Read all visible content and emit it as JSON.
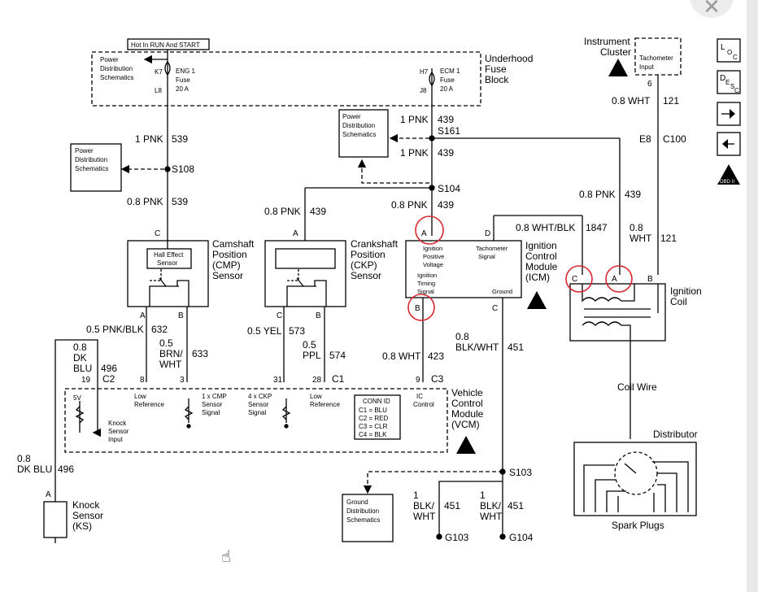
{
  "labels": {
    "hot_in_run": "Hot In RUN And START",
    "pds_top": [
      "Power",
      "Distribution",
      "Schematics"
    ],
    "k7": "K7",
    "l8": "L8",
    "h7": "H7",
    "j8": "J8",
    "eng1_fuse": [
      "ENG 1",
      "Fuse",
      "20 A"
    ],
    "ecm1_fuse": [
      "ECM 1",
      "Fuse",
      "20 A"
    ],
    "underhood": [
      "Underhood",
      "Fuse",
      "Block"
    ],
    "pds_mid": [
      "Power",
      "Distribution",
      "Schematics"
    ],
    "pds_left": [
      "Power",
      "Distribution",
      "Schematics"
    ],
    "instrument_cluster": [
      "Instrument",
      "Cluster"
    ],
    "tach_input": [
      "Tachometer",
      "Input"
    ],
    "pin_6": "6",
    "w_08wht": "0.8 WHT",
    "c_121a": "121",
    "e8": "E8",
    "c100": "C100",
    "w_1pnk_439a": "1 PNK",
    "c_439a": "439",
    "s161": "S161",
    "w_1pnk_439b": "1 PNK",
    "c_439b": "439",
    "w_1pnk_539": "1 PNK",
    "c_539a": "539",
    "s108": "S108",
    "w_08pnk_539": "0.8 PNK",
    "c_539b": "539",
    "s104": "S104",
    "w_08pnk_439a": "0.8 PNK",
    "c_439c": "439",
    "w_08pnk_439b": "0.8 PNK",
    "c_439d": "439",
    "w_08pnk_439c": "0.8 PNK",
    "c_439e": "439",
    "w_08whtblk": "0.8 WHT/BLK",
    "c_1847": "1847",
    "w_08wht_121": [
      "0.8",
      "WHT"
    ],
    "c_121b": "121",
    "pin_c": "C",
    "pin_a": "A",
    "pin_d": "D",
    "pin_b": "B",
    "cmp_sensor": [
      "Camshaft",
      "Position",
      "(CMP)",
      "Sensor"
    ],
    "hall_effect": [
      "Hall Effect",
      "Sensor"
    ],
    "ckp_sensor": [
      "Crankshaft",
      "Position",
      "(CKP)",
      "Sensor"
    ],
    "icm_inner_left": [
      "Ignition",
      "Positive",
      "Voltage",
      "Ignition",
      "Timing",
      "Signal"
    ],
    "icm_tach": [
      "Tachometer",
      "Signal"
    ],
    "icm_ground": "Ground",
    "icm_title": [
      "Ignition",
      "Control",
      "Module",
      "(ICM)"
    ],
    "ignition_coil": [
      "Ignition",
      "Coil"
    ],
    "w_05pnkblk": "0.5 PNK/BLK",
    "c_632": "632",
    "w_05brnwht": [
      "0.5",
      "BRN/",
      "WHT"
    ],
    "c_633": "633",
    "w_05yel": "0.5 YEL",
    "c_573": "573",
    "w_05ppl": [
      "0.5",
      "PPL"
    ],
    "c_574": "574",
    "w_08wht_423": "0.8 WHT",
    "c_423": "423",
    "w_08blkwht": [
      "0.8",
      "BLK/WHT"
    ],
    "c_451a": "451",
    "w_08dkblu_a": [
      "0.8",
      "DK",
      "BLU"
    ],
    "c_496a": "496",
    "pin_19": "19",
    "c2": "C2",
    "pin_8": "8",
    "pin_3": "3",
    "pin_31": "31",
    "pin_28": "28",
    "c1": "C1",
    "pin_9": "9",
    "c3": "C3",
    "v5": "5V",
    "knock_input": [
      "Knock",
      "Sensor",
      "Input"
    ],
    "low_ref_a": [
      "Low",
      "Reference"
    ],
    "cmp_signal": [
      "1 x CMP",
      "Sensor",
      "Signal"
    ],
    "ckp_signal": [
      "4 x CKP",
      "Sensor",
      "Signal"
    ],
    "low_ref_b": [
      "Low",
      "Reference"
    ],
    "conn_id": [
      "CONN ID",
      "C1 = BLU",
      "C2 = RED",
      "C3 = CLR",
      "C4 = BLK"
    ],
    "ic_control": [
      "IC",
      "Control"
    ],
    "vcm": [
      "Vehicle",
      "Control",
      "Module",
      "(VCM)"
    ],
    "coil_wire": "Coil Wire",
    "distributor": "Distributor",
    "spark_plugs": "Spark Plugs",
    "w_08dkblu_b": [
      "0.8",
      "DK BLU"
    ],
    "c_496b": "496",
    "knock_sensor": [
      "Knock",
      "Sensor",
      "(KS)"
    ],
    "s103": "S103",
    "ground_pds": [
      "Ground",
      "Distribution",
      "Schematics"
    ],
    "w_1blkwht_a": [
      "1",
      "BLK/",
      "WHT"
    ],
    "c_451b": "451",
    "w_1blkwht_b": [
      "1",
      "BLK/",
      "WHT"
    ],
    "c_451c": "451",
    "g103": "G103",
    "g104": "G104"
  },
  "legend_icons": [
    {
      "name": "loc-icon",
      "text": [
        "L",
        "O",
        "C"
      ]
    },
    {
      "name": "desc-icon",
      "text": [
        "D",
        "E",
        "S",
        "C"
      ]
    },
    {
      "name": "arrow-right-icon"
    },
    {
      "name": "arrow-left-icon"
    },
    {
      "name": "obd-warning-icon",
      "text": [
        "OBD II"
      ]
    }
  ],
  "colors": {
    "line": "#000000",
    "highlight": "#d9272e",
    "frame": "#e8e8e8"
  }
}
